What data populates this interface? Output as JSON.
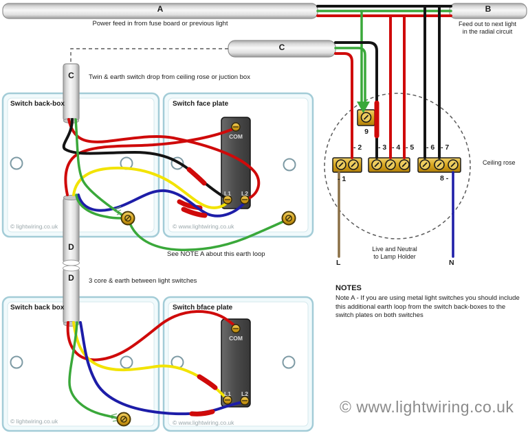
{
  "cables": {
    "a_label": "A",
    "a_caption": "Power feed in from fuse board or previous light",
    "b_label": "B",
    "b_caption_line1": "Feed out to next light",
    "b_caption_line2": "in the radial circuit",
    "c_label": "C",
    "c_drop_label": "C",
    "c_caption": "Twin & earth switch drop from ceiling rose or juction box",
    "d_label_upper": "D",
    "d_label_lower": "D",
    "d_caption": "3 core & earth between light switches"
  },
  "switch1": {
    "backbox_title": "Switch back-box",
    "faceplate_title": "Switch face plate",
    "com": "COM",
    "l1": "L1",
    "l2": "L2",
    "backbox_copyright": "© lightwiring.co.uk",
    "faceplate_copyright": "© www.lightwiring.co.uk"
  },
  "switch2": {
    "backbox_title": "Switch back box",
    "faceplate_title": "Switch bface plate",
    "com": "COM",
    "l1": "L1",
    "l2": "L2",
    "backbox_copyright": "© lightwiring.co.uk",
    "faceplate_copyright": "© www.lightwiring.co.uk"
  },
  "rose": {
    "title": "Ceiling rose",
    "t1": "- 1",
    "t2": "- 2",
    "t3": "- 3",
    "t4": "- 4",
    "t5": "- 5",
    "t6": "- 6",
    "t7": "- 7",
    "t8": "8 -",
    "t9": "9",
    "live": "L",
    "neutral": "N",
    "lamp_line1": "Live and Neutral",
    "lamp_line2": "to Lamp Holder"
  },
  "earth_note": "See NOTE A about this earth loop",
  "notes": {
    "heading": "NOTES",
    "note_a": "Note A - If you are using metal light switches you should include this additional earth loop from the switch back-boxes to the switch plates on both switches"
  },
  "watermark": "© www.lightwiring.co.uk",
  "colors": {
    "live": "#cf0a0a",
    "neutral_black": "#141414",
    "earth_green": "#3aa83a",
    "yellow_core": "#f2e300",
    "blue_core": "#1d1da8",
    "lamp_live_brown": "#8a6f45",
    "terminal_brass": "#d9a81e",
    "panel_border": "#a3ccd7"
  }
}
